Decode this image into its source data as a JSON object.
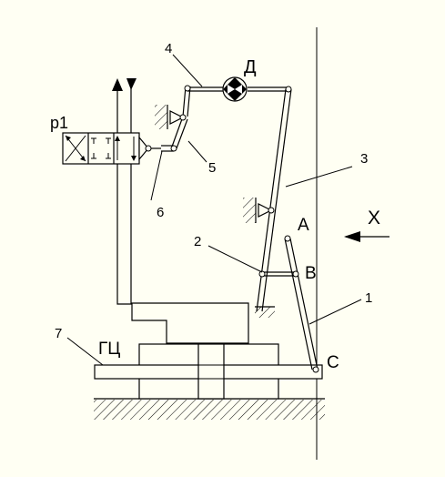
{
  "labels": {
    "valve": "р1",
    "motor": "Д",
    "n1": "1",
    "n2": "2",
    "n3": "3",
    "n4": "4",
    "n5": "5",
    "n6": "6",
    "n7": "7",
    "cylinder": "ГЦ",
    "A": "A",
    "B": "B",
    "C": "C",
    "direction": "X"
  }
}
